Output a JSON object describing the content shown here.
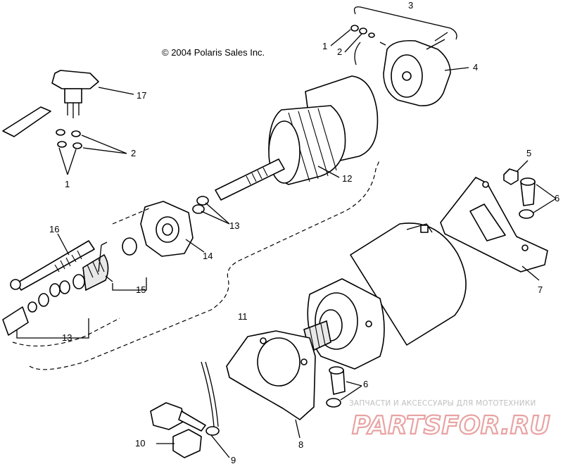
{
  "copyright": "© 2004 Polaris Sales Inc.",
  "callouts": {
    "c1_top": "1",
    "c2_top": "2",
    "c3": "3",
    "c4": "4",
    "c5": "5",
    "c6_right": "6",
    "c7": "7",
    "c17": "17",
    "c2_left": "2",
    "c1_left": "1",
    "c12": "12",
    "c13_mid": "13",
    "c14": "14",
    "c16": "16",
    "c15": "15",
    "c13_left": "13",
    "c11": "11",
    "c6_bottom": "6",
    "c8": "8",
    "c10": "10",
    "c9": "9"
  },
  "watermark": {
    "tagline": "ЗАПЧАСТИ И АКСЕССУАРЫ ДЛЯ МОТОТЕХНИКИ",
    "logo": "PARTSFOR.RU"
  }
}
